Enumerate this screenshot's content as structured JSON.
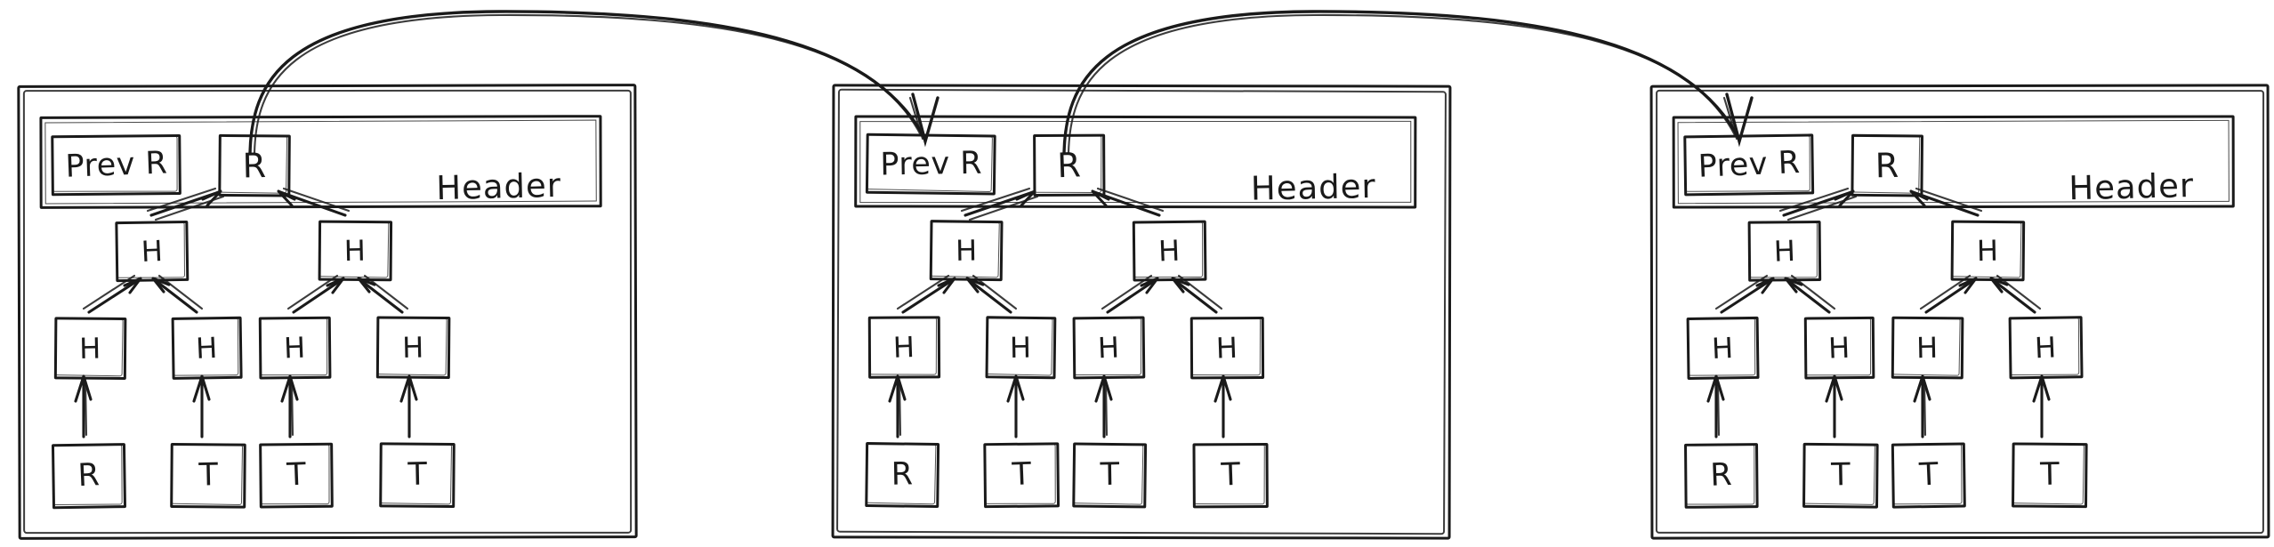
{
  "canvas": {
    "background": "#ffffff",
    "stroke_color": "#1a1a1a"
  },
  "blocks": [
    {
      "header_label": "Header",
      "prev_label": "Prev R",
      "root_label": "R",
      "level1": [
        "H",
        "H"
      ],
      "level2": [
        "H",
        "H",
        "H",
        "H"
      ],
      "leaves": [
        "R",
        "T",
        "T",
        "T"
      ]
    },
    {
      "header_label": "Header",
      "prev_label": "Prev R",
      "root_label": "R",
      "level1": [
        "H",
        "H"
      ],
      "level2": [
        "H",
        "H",
        "H",
        "H"
      ],
      "leaves": [
        "R",
        "T",
        "T",
        "T"
      ]
    },
    {
      "header_label": "Header",
      "prev_label": "Prev R",
      "root_label": "R",
      "level1": [
        "H",
        "H"
      ],
      "level2": [
        "H",
        "H",
        "H",
        "H"
      ],
      "leaves": [
        "R",
        "T",
        "T",
        "T"
      ]
    }
  ],
  "links": [
    {
      "from": "block-1-root",
      "to": "block-2-prev"
    },
    {
      "from": "block-2-root",
      "to": "block-3-prev"
    }
  ]
}
